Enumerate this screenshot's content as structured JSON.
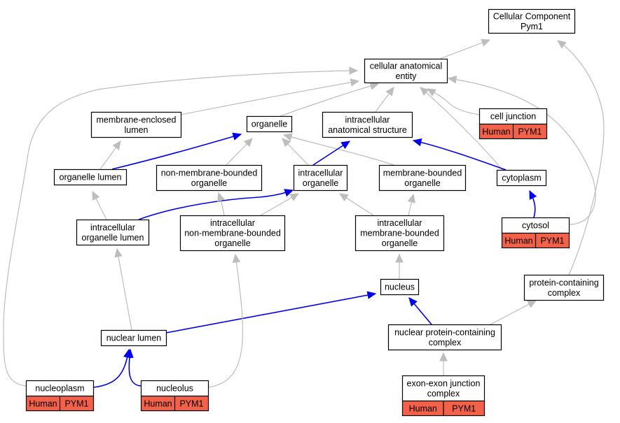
{
  "colors": {
    "gray_edge": "#bdbdbd",
    "blue_edge": "#0000ee",
    "node_border": "#000000",
    "annotation_fill": "#f4614a"
  },
  "nodes": [
    {
      "id": "cellular-component",
      "lines": [
        "Cellular Component",
        "Pym1"
      ]
    },
    {
      "id": "cellular-anatomical-entity",
      "lines": [
        "cellular anatomical",
        "entity"
      ]
    },
    {
      "id": "membrane-enclosed-lumen",
      "lines": [
        "membrane-enclosed",
        "lumen"
      ]
    },
    {
      "id": "organelle",
      "lines": [
        "organelle"
      ]
    },
    {
      "id": "intracellular-anatomical-structure",
      "lines": [
        "intracellular",
        "anatomical structure"
      ]
    },
    {
      "id": "cell-junction",
      "lines": [
        "cell junction"
      ],
      "annotation": [
        "Human",
        "PYM1"
      ]
    },
    {
      "id": "organelle-lumen",
      "lines": [
        "organelle lumen"
      ]
    },
    {
      "id": "non-membrane-bounded-organelle",
      "lines": [
        "non-membrane-bounded",
        "organelle"
      ]
    },
    {
      "id": "intracellular-organelle",
      "lines": [
        "intracellular",
        "organelle"
      ]
    },
    {
      "id": "membrane-bounded-organelle",
      "lines": [
        "membrane-bounded",
        "organelle"
      ]
    },
    {
      "id": "cytoplasm",
      "lines": [
        "cytoplasm"
      ]
    },
    {
      "id": "intracellular-organelle-lumen",
      "lines": [
        "intracellular",
        "organelle lumen"
      ]
    },
    {
      "id": "intracellular-non-membrane-bounded-organelle",
      "lines": [
        "intracellular",
        "non-membrane-bounded",
        "organelle"
      ]
    },
    {
      "id": "intracellular-membrane-bounded-organelle",
      "lines": [
        "intracellular",
        "membrane-bounded",
        "organelle"
      ]
    },
    {
      "id": "cytosol",
      "lines": [
        "cytosol"
      ],
      "annotation": [
        "Human",
        "PYM1"
      ]
    },
    {
      "id": "nucleus",
      "lines": [
        "nucleus"
      ]
    },
    {
      "id": "protein-containing-complex",
      "lines": [
        "protein-containing",
        "complex"
      ]
    },
    {
      "id": "nuclear-lumen",
      "lines": [
        "nuclear lumen"
      ]
    },
    {
      "id": "nuclear-protein-containing-complex",
      "lines": [
        "nuclear protein-containing",
        "complex"
      ]
    },
    {
      "id": "nucleoplasm",
      "lines": [
        "nucleoplasm"
      ],
      "annotation": [
        "Human",
        "PYM1"
      ]
    },
    {
      "id": "nucleolus",
      "lines": [
        "nucleolus"
      ],
      "annotation": [
        "Human",
        "PYM1"
      ]
    },
    {
      "id": "exon-exon-junction-complex",
      "lines": [
        "exon-exon junction",
        "complex"
      ],
      "annotation": [
        "Human",
        "PYM1"
      ]
    }
  ],
  "edges": [
    {
      "from": "cellular-anatomical-entity",
      "to": "cellular-component",
      "type": "is_a"
    },
    {
      "from": "protein-containing-complex",
      "to": "cellular-component",
      "type": "is_a"
    },
    {
      "from": "membrane-enclosed-lumen",
      "to": "cellular-anatomical-entity",
      "type": "is_a"
    },
    {
      "from": "organelle",
      "to": "cellular-anatomical-entity",
      "type": "is_a"
    },
    {
      "from": "intracellular-anatomical-structure",
      "to": "cellular-anatomical-entity",
      "type": "is_a"
    },
    {
      "from": "cell-junction",
      "to": "cellular-anatomical-entity",
      "type": "is_a"
    },
    {
      "from": "cytoplasm",
      "to": "cellular-anatomical-entity",
      "type": "is_a"
    },
    {
      "from": "cytosol",
      "to": "cellular-anatomical-entity",
      "type": "is_a"
    },
    {
      "from": "nucleoplasm",
      "to": "cellular-anatomical-entity",
      "type": "is_a"
    },
    {
      "from": "organelle-lumen",
      "to": "membrane-enclosed-lumen",
      "type": "is_a"
    },
    {
      "from": "organelle-lumen",
      "to": "organelle",
      "type": "part_of"
    },
    {
      "from": "non-membrane-bounded-organelle",
      "to": "organelle",
      "type": "is_a"
    },
    {
      "from": "intracellular-organelle",
      "to": "organelle",
      "type": "is_a"
    },
    {
      "from": "membrane-bounded-organelle",
      "to": "organelle",
      "type": "is_a"
    },
    {
      "from": "intracellular-organelle",
      "to": "intracellular-anatomical-structure",
      "type": "part_of"
    },
    {
      "from": "cytoplasm",
      "to": "intracellular-anatomical-structure",
      "type": "part_of"
    },
    {
      "from": "intracellular-organelle-lumen",
      "to": "organelle-lumen",
      "type": "is_a"
    },
    {
      "from": "intracellular-organelle-lumen",
      "to": "intracellular-organelle",
      "type": "part_of"
    },
    {
      "from": "intracellular-non-membrane-bounded-organelle",
      "to": "non-membrane-bounded-organelle",
      "type": "is_a"
    },
    {
      "from": "intracellular-non-membrane-bounded-organelle",
      "to": "intracellular-organelle",
      "type": "is_a"
    },
    {
      "from": "intracellular-membrane-bounded-organelle",
      "to": "intracellular-organelle",
      "type": "is_a"
    },
    {
      "from": "intracellular-membrane-bounded-organelle",
      "to": "membrane-bounded-organelle",
      "type": "is_a"
    },
    {
      "from": "cytosol",
      "to": "cytoplasm",
      "type": "part_of"
    },
    {
      "from": "nucleus",
      "to": "intracellular-membrane-bounded-organelle",
      "type": "is_a"
    },
    {
      "from": "nuclear-lumen",
      "to": "intracellular-organelle-lumen",
      "type": "is_a"
    },
    {
      "from": "nuclear-lumen",
      "to": "nucleus",
      "type": "part_of"
    },
    {
      "from": "nuclear-protein-containing-complex",
      "to": "nucleus",
      "type": "part_of"
    },
    {
      "from": "nuclear-protein-containing-complex",
      "to": "protein-containing-complex",
      "type": "is_a"
    },
    {
      "from": "nucleoplasm",
      "to": "nuclear-lumen",
      "type": "part_of"
    },
    {
      "from": "nucleolus",
      "to": "nuclear-lumen",
      "type": "part_of"
    },
    {
      "from": "nucleolus",
      "to": "intracellular-non-membrane-bounded-organelle",
      "type": "is_a"
    },
    {
      "from": "exon-exon-junction-complex",
      "to": "nuclear-protein-containing-complex",
      "type": "is_a"
    }
  ]
}
